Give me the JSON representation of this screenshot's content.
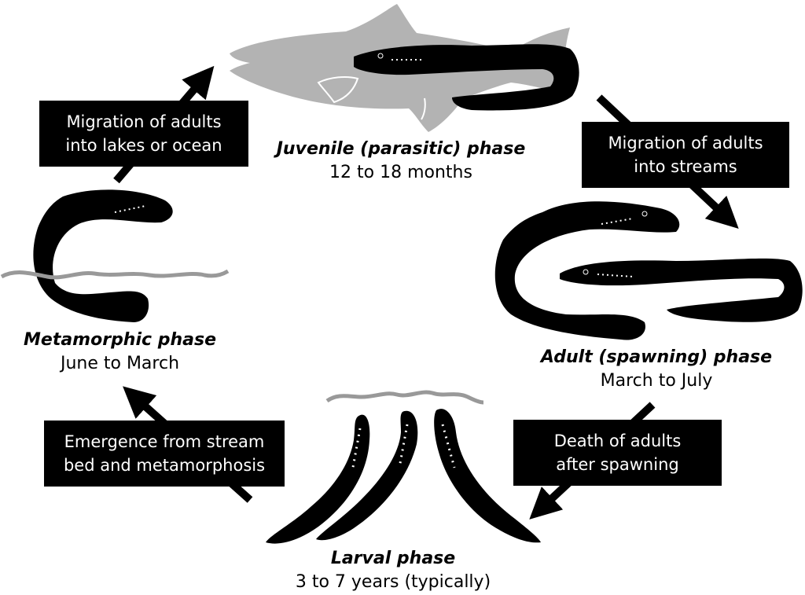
{
  "colors": {
    "lamprey": "#000000",
    "host_fish": "#b3b3b3",
    "stream_line": "#999999",
    "box_bg": "#000000",
    "box_text": "#ffffff",
    "arrow": "#000000"
  },
  "phases": {
    "juvenile": {
      "title": "Juvenile (parasitic) phase",
      "time": "12 to 18 months"
    },
    "adult": {
      "title": "Adult (spawning) phase",
      "time": "March to July"
    },
    "larval": {
      "title": "Larval phase",
      "time": "3 to 7 years (typically)"
    },
    "metamorphic": {
      "title": "Metamorphic phase",
      "time": "June to March"
    }
  },
  "transitions": {
    "to_lakes": {
      "line1": "Migration of adults",
      "line2": "into lakes or ocean"
    },
    "to_streams": {
      "line1": "Migration of adults",
      "line2": "into streams"
    },
    "death": {
      "line1": "Death of adults",
      "line2": "after spawning"
    },
    "emergence": {
      "line1": "Emergence from stream",
      "line2": "bed and metamorphosis"
    }
  }
}
